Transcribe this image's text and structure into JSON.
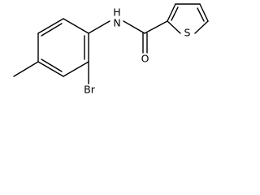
{
  "molecule": {
    "atom_labels": {
      "nitrogen": "N",
      "hydrogen": "H",
      "oxygen": "O",
      "sulfur": "S",
      "bromine": "Br"
    }
  }
}
